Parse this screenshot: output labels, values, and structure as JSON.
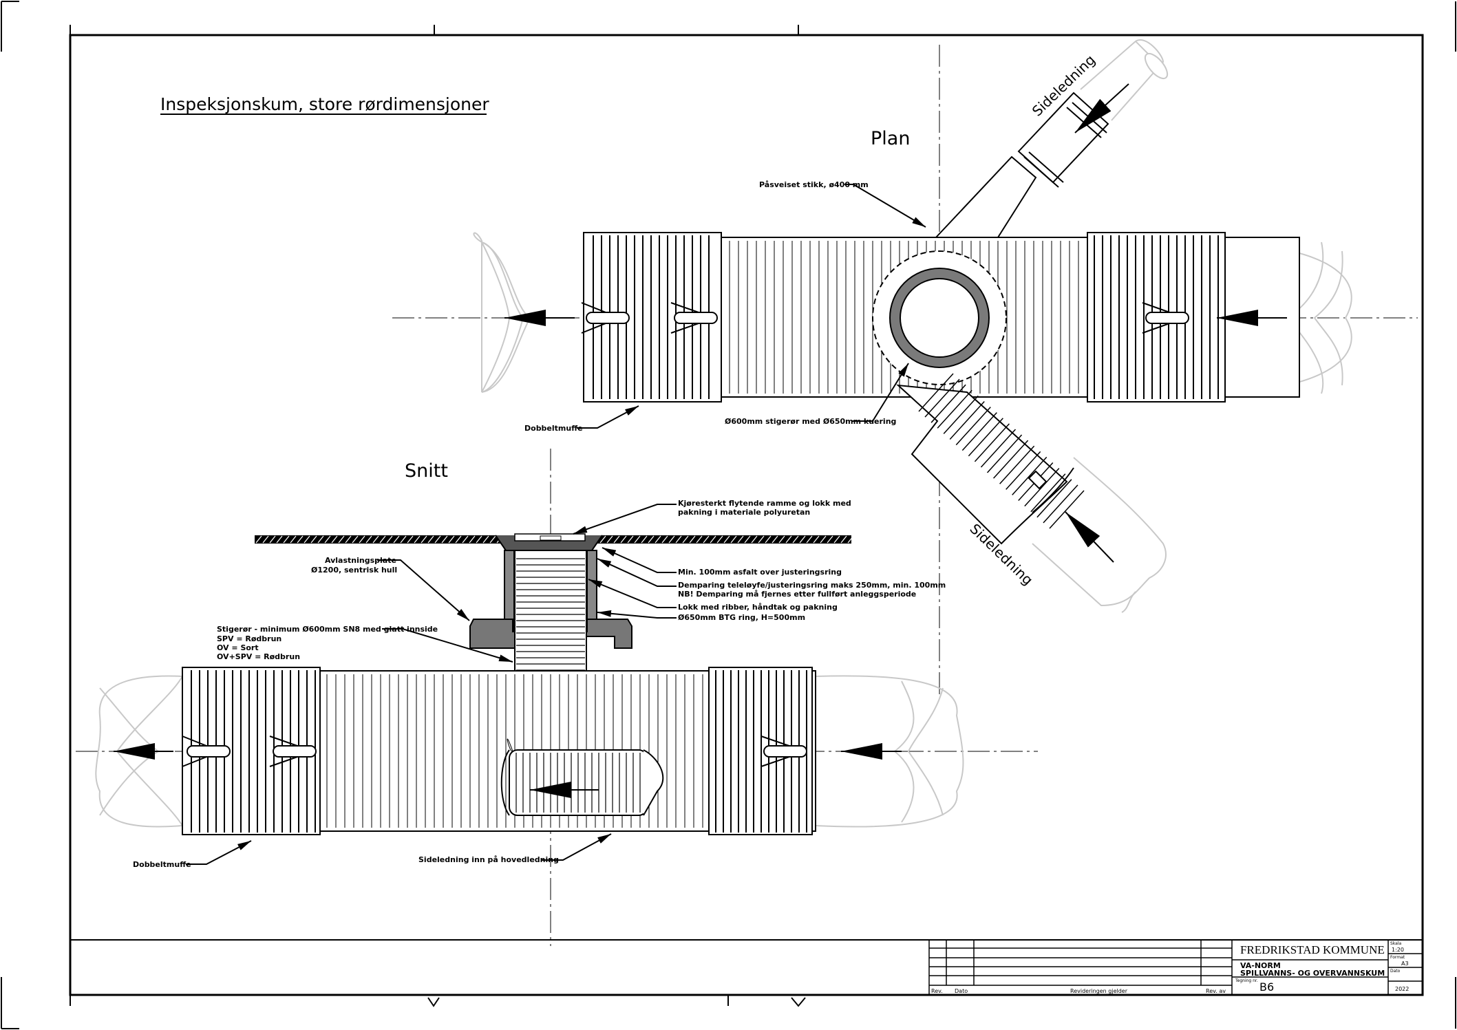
{
  "title": "Inspeksjonskum, store rørdimensjoner",
  "views": {
    "plan": "Plan",
    "section": "Snitt"
  },
  "plan_labels": {
    "sideledning_top": "Sideledning",
    "sideledning_bottom": "Sideledning",
    "pasveiset": "Påsveiset stikk, ø400 mm",
    "stigeror": "Ø600mm stigerør med Ø650mm kuering",
    "dobbelmuffe": "Dobbeltmuffe"
  },
  "section_labels": {
    "lokk_line1": "Kjøresterkt flytende ramme og lokk med",
    "lokk_line2": "pakning i materiale polyuretan",
    "avlastning_line1": "Avlastningsplate",
    "avlastning_line2": "Ø1200, sentrisk hull",
    "asfalt": "Min. 100mm asfalt over justeringsring",
    "dempering_line1": "Demparing teleløyfe/justeringsring maks 250mm, min. 100mm",
    "dempering_line2": "NB! Demparing må fjernes etter fullført anleggsperiode",
    "lokk_ribber": "Lokk med ribber, håndtak og pakning",
    "btg": "Ø650mm BTG ring, H=500mm",
    "stigeror_line1": "Stigerør - minimum Ø600mm SN8 med glatt innside",
    "stigeror_line2": "SPV = Rødbrun",
    "stigeror_line3": "OV = Sort",
    "stigeror_line4": "OV+SPV = Rødbrun",
    "dobbelmuffe": "Dobbeltmuffe",
    "sideledning_inn": "Sideledning inn på hovedledning"
  },
  "title_block": {
    "company": "FREDRIKSTAD KOMMUNE",
    "line1": "VA-NORM",
    "line2": "SPILLVANNS- OG OVERVANNSKUM",
    "drawing_label": "Tegning nr.",
    "drawing_no": "B6",
    "scale_label": "Skala",
    "scale": "1:20",
    "format_label": "Format",
    "format": "A3",
    "date_label": "Dato",
    "year": "2022",
    "rev_header": "Rev.",
    "date_header": "Dato",
    "revision_header": "Revideringen gjelder",
    "revby_header": "Rev. av"
  }
}
